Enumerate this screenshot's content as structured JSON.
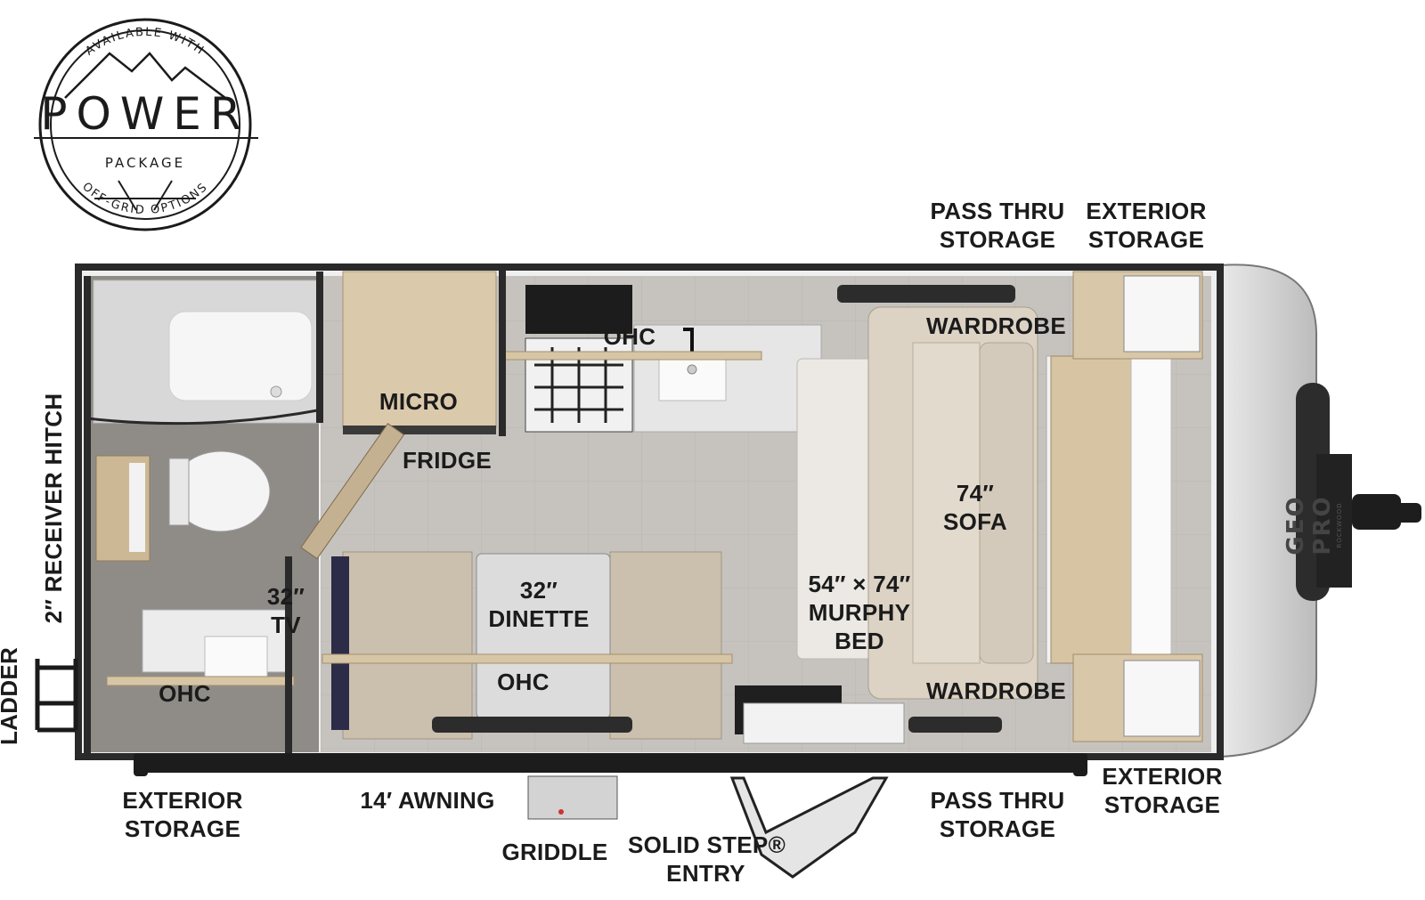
{
  "badge": {
    "top_text": "AVAILABLE WITH",
    "main_text": "POWER",
    "sub_text": "PACKAGE",
    "bottom_text": "OFF-GRID OPTIONS"
  },
  "brand": {
    "logo_text": "GEO PRO",
    "logo_sub": "ROCKWOOD"
  },
  "labels": {
    "pass_thru_storage_top_1": "PASS THRU",
    "pass_thru_storage_top_2": "STORAGE",
    "exterior_storage_top_1": "EXTERIOR",
    "exterior_storage_top_2": "STORAGE",
    "wardrobe_top": "WARDROBE",
    "wardrobe_bottom": "WARDROBE",
    "ohc_kitchen": "OHC",
    "micro": "MICRO",
    "fridge": "FRIDGE",
    "sofa_1": "74″",
    "sofa_2": "SOFA",
    "murphy_1": "54″ × 74″",
    "murphy_2": "MURPHY",
    "murphy_3": "BED",
    "dinette_1": "32″",
    "dinette_2": "DINETTE",
    "ohc_dinette": "OHC",
    "tv_1": "32″",
    "tv_2": "TV",
    "ohc_bath": "OHC",
    "receiver_hitch": "2″ RECEIVER HITCH",
    "ladder": "LADDER",
    "exterior_storage_left_1": "EXTERIOR",
    "exterior_storage_left_2": "STORAGE",
    "awning": "14′ AWNING",
    "griddle": "GRIDDLE",
    "solid_step_1": "SOLID STEP®",
    "solid_step_2": "ENTRY",
    "pass_thru_storage_bottom_1": "PASS THRU",
    "pass_thru_storage_bottom_2": "STORAGE",
    "exterior_storage_bottom_1": "EXTERIOR",
    "exterior_storage_bottom_2": "STORAGE"
  },
  "colors": {
    "wall": "#2a2a2a",
    "floor": "#c9c6c2",
    "wood": "#d9c7a9",
    "cushion": "#cbbfae",
    "bed": "#ece9e4",
    "label": "#1b1b1b"
  }
}
